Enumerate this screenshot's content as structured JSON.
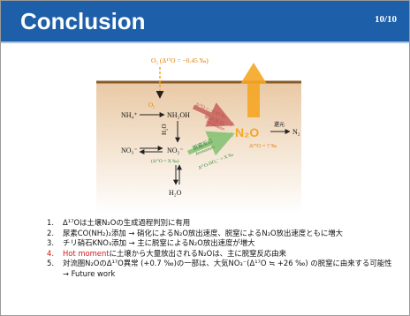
{
  "slide": {
    "title": "Conclusion",
    "page_number": "10/10"
  },
  "diagram": {
    "o2_atm_label": "O₂ (Δ¹⁷O = −0.45 ‰)",
    "o2_label": "O₂",
    "nh4_label": "NH₄⁺",
    "nh2oh_label": "NH₂OH",
    "h2o_top_label": "H₂O",
    "no3_label": "NO₃⁻",
    "no2_label": "NO₂⁻",
    "no2_eq_label": "(Δ¹⁷O = X ‰)",
    "h2o_bottom_label": "H₂O",
    "n2o_label": "N₂O",
    "n2o_delta_label": "Δ¹⁷O = ? ‰",
    "reduction_label": "還元",
    "n2_label": "N₂",
    "nitrification_arrow_label": "Δ¹⁷O = −0.45 ‰",
    "nitrification_label": "硝化反応",
    "nitrification_sub_label": "Nitrification",
    "denitrification_label": "脱窒反応",
    "denitrification_sub_label": "Ammonium",
    "denitrification_arrow_label": "Δ¹⁷O-NO₂⁻ = X ‰",
    "colors": {
      "soil_line": "#8b5a2b",
      "soil_fill": "#f3ddc4",
      "emission_arrow": "#f5a623",
      "nitrification_arrow": "#c0504d",
      "denitrification_arrow": "#7bbf6a",
      "n2o_color": "#f5a623",
      "delta_color": "#e07b00"
    }
  },
  "conclusions": [
    {
      "num": "1.",
      "text": "Δ¹⁷Oは土壌N₂Oの生成過程判別に有用"
    },
    {
      "num": "2.",
      "text": "尿素CO(NH₂)₂添加 → 硝化によるN₂O放出速度、脱窒によるN₂O放出速度ともに増大"
    },
    {
      "num": "3.",
      "text": "チリ硝石KNO₃添加 → 主に脱窒によるN₂O放出速度が増大"
    },
    {
      "num": "4.",
      "hot": "Hot moment",
      "text": "に土壌から大量放出されるN₂Oは、主に脱窒反応由来"
    },
    {
      "num": "5.",
      "text": "対流圏N₂OのΔ¹⁷O異常 (+0.7 ‰)の一部は、大気NO₃⁻(Δ¹⁷O ≒ +26 ‰) の脱窒に由来する可能性 → Future work"
    }
  ]
}
